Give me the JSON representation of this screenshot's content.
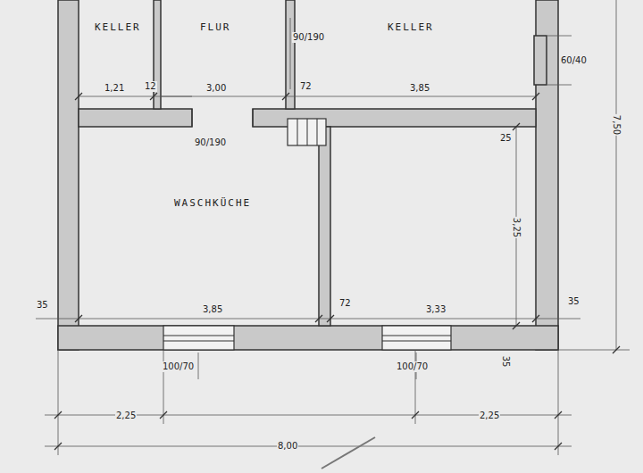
{
  "diagram": {
    "nodes": [
      {
        "text": [
          "KELLER"
        ]
      },
      {
        "text": [
          "FLUR"
        ]
      },
      {
        "text": [
          "KELLER"
        ]
      },
      {
        "text": [
          "WASCHKÜCHE"
        ]
      }
    ],
    "labels": [
      "1,21",
      "12",
      "3,00",
      "72",
      "3,85",
      "90/190",
      "60/40",
      "7,50",
      "25",
      "90/190",
      "3,25",
      "35",
      "3,85",
      "72",
      "3,33",
      "35",
      "100/70",
      "100/70",
      "35",
      "2,25",
      "2,25",
      "8,00"
    ]
  }
}
